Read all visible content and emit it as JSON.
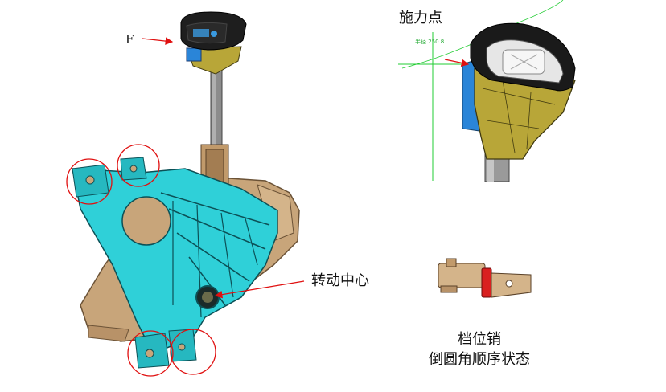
{
  "labels": {
    "force": "F",
    "force_point": "施力点",
    "rotation_center": "转动中心",
    "pin_line1": "档位销",
    "pin_line2": "倒圆角顺序状态",
    "radius_tag": "半径 250.8"
  },
  "colors": {
    "cyan": "#2fd0d8",
    "tan": "#c8a57a",
    "knob_yellow": "#b8a638",
    "knob_blue": "#2a85d8",
    "shaft": "#8c8c8c",
    "annotation_red": "#e01010",
    "guide_green": "#22cc33"
  }
}
